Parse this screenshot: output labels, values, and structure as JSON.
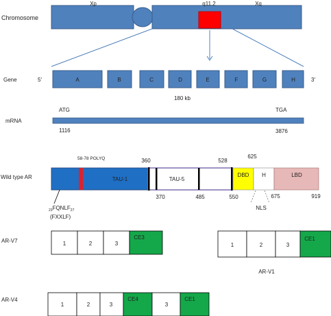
{
  "chromosome": {
    "label": "Chromosome",
    "arm_p": "Xp",
    "band": "q11.2",
    "arm_q": "Xq",
    "fill": "#4f81bd",
    "stroke": "#385d8a",
    "highlight": "#ff0000"
  },
  "gene": {
    "label": "Gene",
    "end5": "5′",
    "end3": "3′",
    "exons": [
      "A",
      "B",
      "C",
      "D",
      "E",
      "F",
      "G",
      "H"
    ],
    "length": "180 kb"
  },
  "mrna": {
    "label": "mRNA",
    "start_codon": "ATG",
    "stop_codon": "TGA",
    "start_pos": "1116",
    "stop_pos": "3876"
  },
  "wild_type": {
    "label": "Wild type AR",
    "polyq": "58-78 POLYQ",
    "tau1": "TAU-1",
    "tau5": "TAU-5",
    "dbd": "DBD",
    "hinge": "H",
    "lbd": "LBD",
    "pos_360": "360",
    "pos_528": "528",
    "pos_625": "625",
    "pos_370": "370",
    "pos_485": "485",
    "pos_550": "550",
    "pos_675": "675",
    "pos_919": "919",
    "motif_start": "23",
    "motif_seq": "FQNLF",
    "motif_end": "27",
    "motif_alias": "(FXXLF)",
    "nls": "NLS",
    "colors": {
      "ntd": "#1f6fc5",
      "polyq": "#e0202a",
      "dbd": "#ffff00",
      "lbd": "#e6b8b7",
      "tau5_border": "#7f6fb0"
    }
  },
  "variants": {
    "v7": {
      "label": "AR-V7",
      "boxes": [
        "1",
        "2",
        "3",
        "CE3"
      ]
    },
    "v1": {
      "label": "AR-V1",
      "boxes": [
        "1",
        "2",
        "3",
        "CE1"
      ]
    },
    "v4": {
      "label": "AR-V4",
      "boxes": [
        "1",
        "2",
        "3",
        "CE4",
        "3",
        "CE1"
      ]
    },
    "ce_color": "#14a84a"
  }
}
